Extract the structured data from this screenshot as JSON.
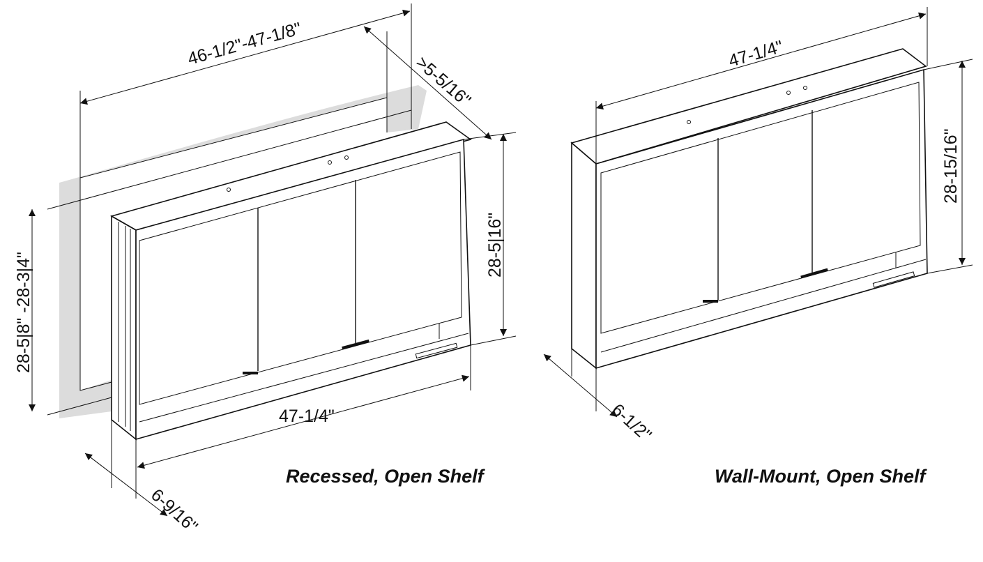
{
  "recessed": {
    "caption": "Recessed, Open Shelf",
    "wall_width": "46-1/2\"-47-1/8\"",
    "wall_depth": ">5-5/16\"",
    "wall_height": "28-5|8\" -28-3|4\"",
    "cabinet_height": "28-5|16\"",
    "cabinet_width": "47-1/4\"",
    "cabinet_depth": "6-9/16\""
  },
  "wall_mount": {
    "caption": "Wall-Mount, Open Shelf",
    "cabinet_width": "47-1/4\"",
    "cabinet_height": "28-15/16\"",
    "cabinet_depth": "6-1/2\""
  },
  "colors": {
    "line": "#111111",
    "wall": "#dcdcdc"
  }
}
